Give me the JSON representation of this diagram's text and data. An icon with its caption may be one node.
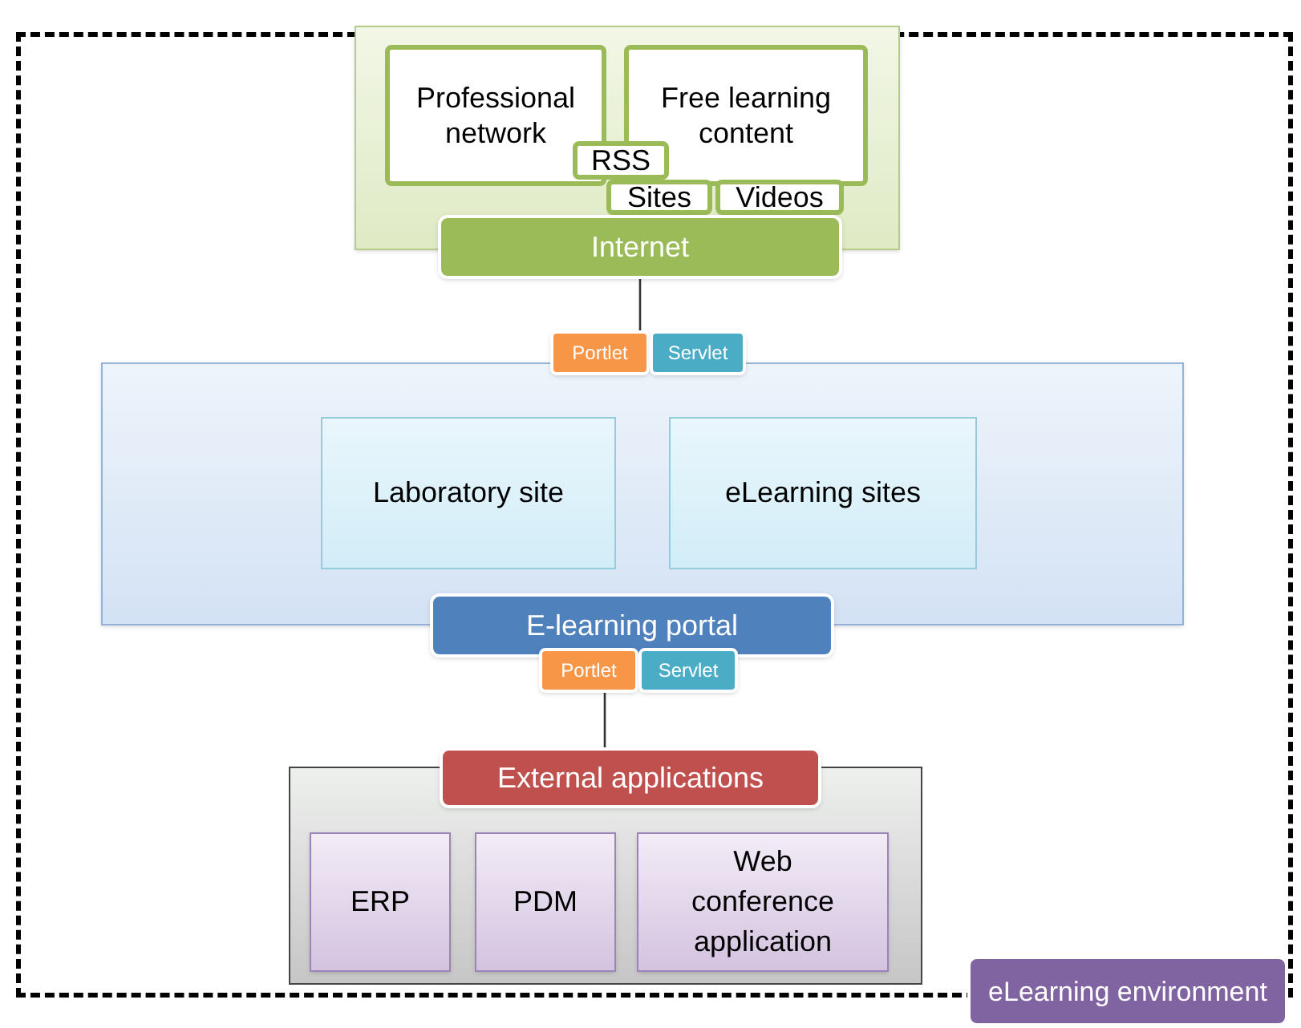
{
  "diagram": {
    "nodes": [
      {
        "text": [
          "eLearning environment"
        ]
      },
      {
        "text": [
          "Internet"
        ],
        "in": 0
      },
      {
        "text": [
          "Professional network"
        ],
        "in": 1
      },
      {
        "text": [
          "Free learning content"
        ],
        "in": 1
      },
      {
        "text": [
          "RSS"
        ],
        "in": 1
      },
      {
        "text": [
          "Sites"
        ],
        "in": 1
      },
      {
        "text": [
          "Videos"
        ],
        "in": 1
      },
      {
        "text": [
          "Portlet"
        ],
        "in": 0
      },
      {
        "text": [
          "Servlet"
        ],
        "in": 0
      },
      {
        "text": [
          "E-learning portal"
        ],
        "in": 0
      },
      {
        "text": [
          "Laboratory site"
        ],
        "in": 9
      },
      {
        "text": [
          "eLearning sites"
        ],
        "in": 9
      },
      {
        "text": [
          "Portlet"
        ],
        "in": 0
      },
      {
        "text": [
          "Servlet"
        ],
        "in": 0
      },
      {
        "text": [
          "External applications"
        ],
        "in": 0
      },
      {
        "text": [
          "ERP"
        ],
        "in": 14
      },
      {
        "text": [
          "PDM"
        ],
        "in": 14
      },
      {
        "text": [
          "Web conference application"
        ],
        "in": 14
      }
    ],
    "edges": [
      {
        "from": 1,
        "to": 7,
        "arrow": "none"
      },
      {
        "from": 12,
        "to": 14,
        "arrow": "none"
      }
    ]
  }
}
